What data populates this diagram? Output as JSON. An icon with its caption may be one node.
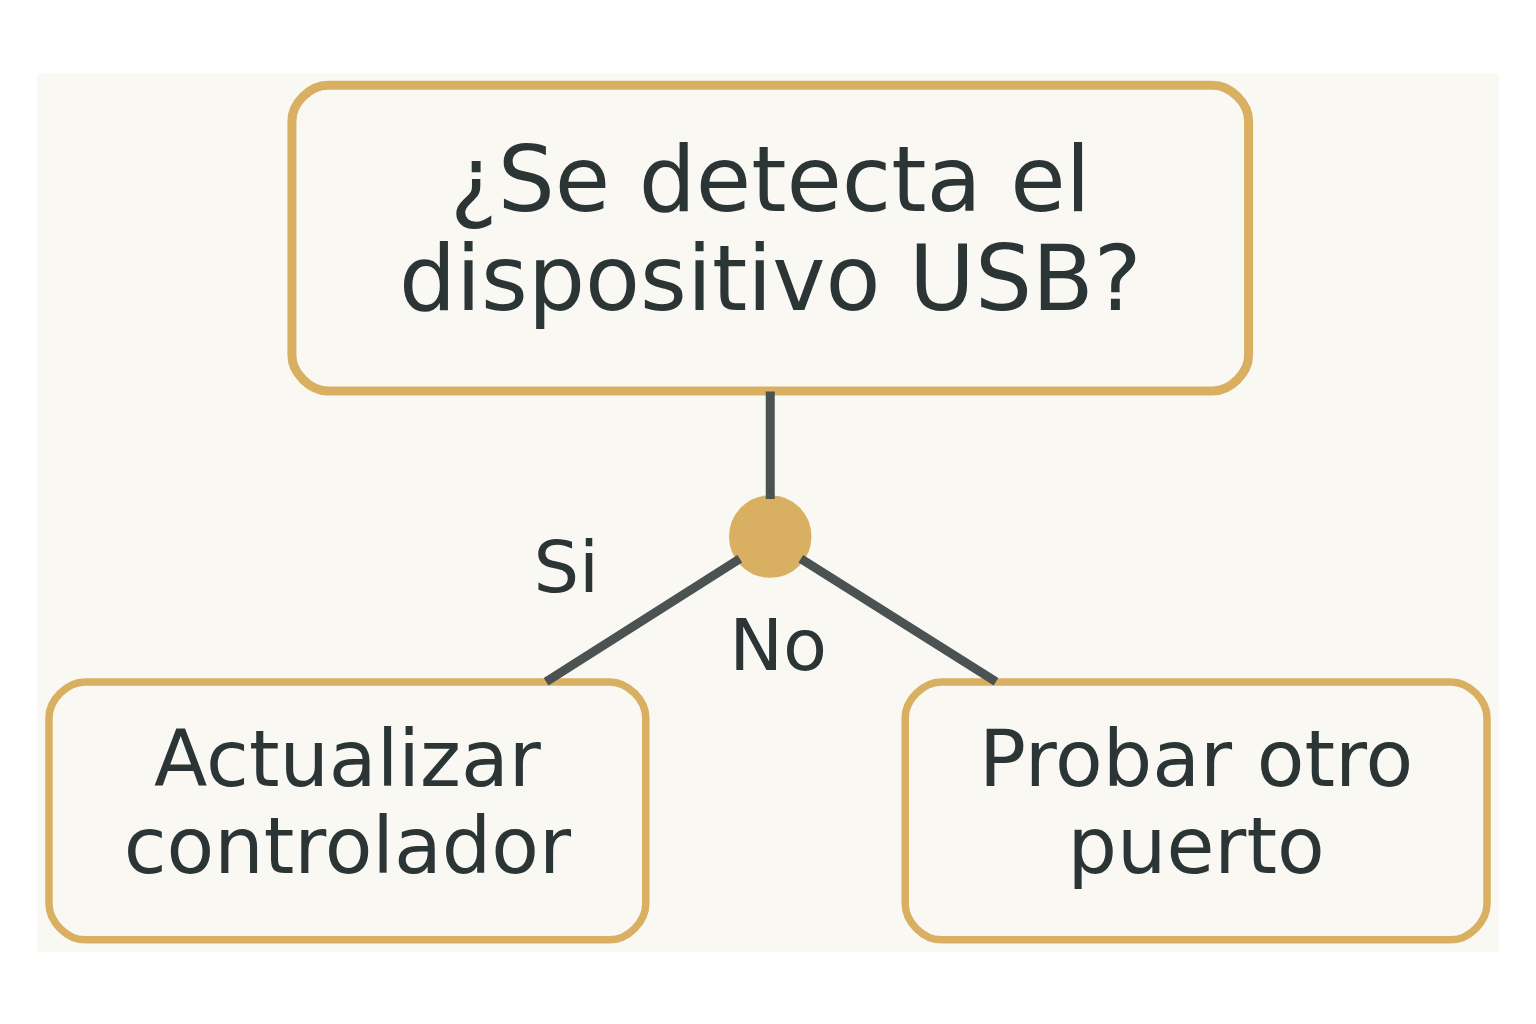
{
  "diagram": {
    "nodes": [
      {
        "text": [
          "¿Se detecta el dispositivo USB?"
        ]
      },
      {
        "text": [],
        "shape": "circle"
      },
      {
        "text": [
          "Actualizar controlador"
        ]
      },
      {
        "text": [
          "Probar otro puerto"
        ]
      }
    ],
    "edges": [
      {
        "from": 0,
        "to": 1,
        "arrow": "none"
      },
      {
        "from": 1,
        "to": 2,
        "arrow": "none",
        "label": "Si"
      },
      {
        "from": 1,
        "to": 3,
        "arrow": "none",
        "label": "No"
      }
    ]
  }
}
